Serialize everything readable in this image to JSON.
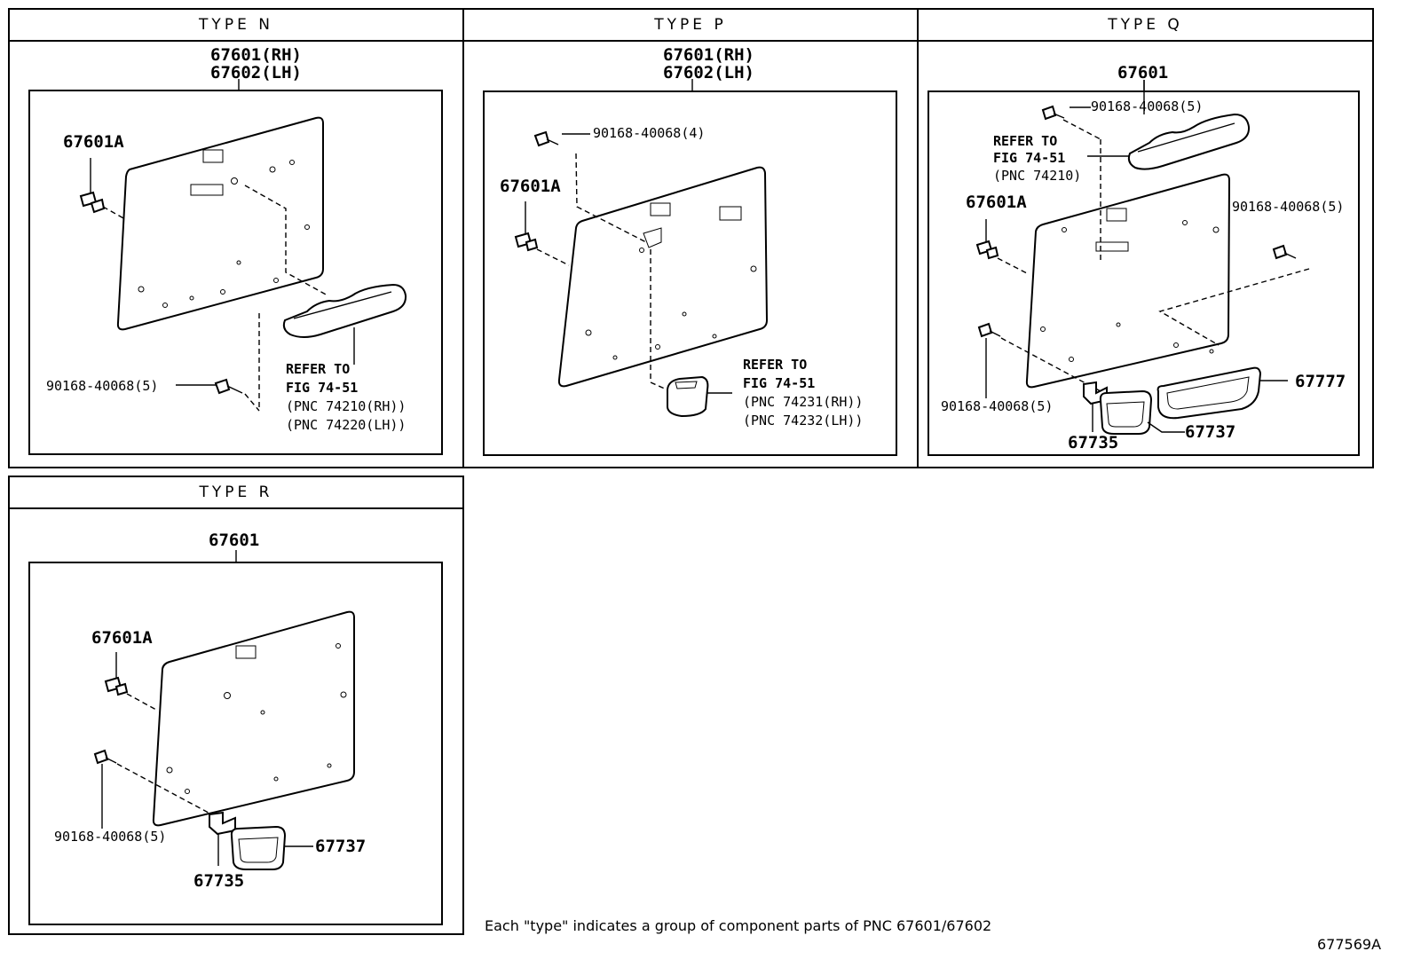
{
  "panels": {
    "n": {
      "title": "TYPE  N",
      "main_label_1": "67601(RH)",
      "main_label_2": "67602(LH)",
      "clip_label": "67601A",
      "screw_label": "90168-40068(5)",
      "refer_1": "REFER TO",
      "refer_2": "FIG 74-51",
      "refer_3": "(PNC 74210(RH))",
      "refer_4": "(PNC 74220(LH))"
    },
    "p": {
      "title": "TYPE  P",
      "main_label_1": "67601(RH)",
      "main_label_2": "67602(LH)",
      "screw_label": "90168-40068(4)",
      "clip_label": "67601A",
      "refer_1": "REFER TO",
      "refer_2": "FIG 74-51",
      "refer_3": "(PNC 74231(RH))",
      "refer_4": "(PNC 74232(LH))"
    },
    "q": {
      "title": "TYPE  Q",
      "main_label": "67601",
      "screw_top_label": "90168-40068(5)",
      "refer_1": "REFER TO",
      "refer_2": "FIG 74-51",
      "refer_3": "(PNC 74210)",
      "clip_label": "67601A",
      "screw_right_label": "90168-40068(5)",
      "screw_bottom_label": "90168-40068(5)",
      "pocket_label": "67777",
      "bracket_label": "67735",
      "handle_label": "67737"
    },
    "r": {
      "title": "TYPE  R",
      "main_label": "67601",
      "clip_label": "67601A",
      "screw_label": "90168-40068(5)",
      "handle_label": "67737",
      "bracket_label": "67735"
    }
  },
  "footnote": "Each \"type\" indicates a group of component parts of PNC 67601/67602",
  "figure_id": "677569A"
}
